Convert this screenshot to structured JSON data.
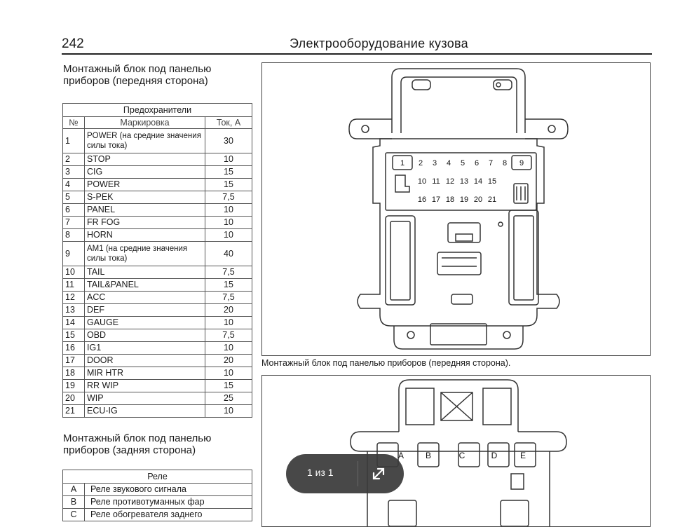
{
  "header": {
    "page_number": "242",
    "title": "Электрооборудование кузова"
  },
  "section_front": {
    "title": "Монтажный блок под панелью приборов (передняя сторона)"
  },
  "fuse_table": {
    "caption": "Предохранители",
    "headers": [
      "№",
      "Маркировка",
      "Ток, А"
    ],
    "rows": [
      {
        "n": "1",
        "label": "POWER (на средние значения силы тока)",
        "amp": "30"
      },
      {
        "n": "2",
        "label": "STOP",
        "amp": "10"
      },
      {
        "n": "3",
        "label": "CIG",
        "amp": "15"
      },
      {
        "n": "4",
        "label": "POWER",
        "amp": "15"
      },
      {
        "n": "5",
        "label": "S-PEK",
        "amp": "7,5"
      },
      {
        "n": "6",
        "label": "PANEL",
        "amp": "10"
      },
      {
        "n": "7",
        "label": "FR FOG",
        "amp": "10"
      },
      {
        "n": "8",
        "label": "HORN",
        "amp": "10"
      },
      {
        "n": "9",
        "label": "AM1 (на средние значения силы тока)",
        "amp": "40"
      },
      {
        "n": "10",
        "label": "TAIL",
        "amp": "7,5"
      },
      {
        "n": "11",
        "label": "TAIL&PANEL",
        "amp": "15"
      },
      {
        "n": "12",
        "label": "ACC",
        "amp": "7,5"
      },
      {
        "n": "13",
        "label": "DEF",
        "amp": "20"
      },
      {
        "n": "14",
        "label": "GAUGE",
        "amp": "10"
      },
      {
        "n": "15",
        "label": "OBD",
        "amp": "7,5"
      },
      {
        "n": "16",
        "label": "IG1",
        "amp": "10"
      },
      {
        "n": "17",
        "label": "DOOR",
        "amp": "20"
      },
      {
        "n": "18",
        "label": "MIR HTR",
        "amp": "10"
      },
      {
        "n": "19",
        "label": "RR WIP",
        "amp": "15"
      },
      {
        "n": "20",
        "label": "WIP",
        "amp": "25"
      },
      {
        "n": "21",
        "label": "ECU-IG",
        "amp": "10"
      }
    ]
  },
  "section_rear": {
    "title": "Монтажный блок под панелью приборов (задняя сторона)"
  },
  "relay_table": {
    "caption": "Реле",
    "rows": [
      {
        "n": "A",
        "label": "Реле звукового сигнала"
      },
      {
        "n": "B",
        "label": "Реле противотуманных фар"
      },
      {
        "n": "C",
        "label": "Реле обогревателя заднего"
      }
    ]
  },
  "figure_front": {
    "caption": "Монтажный блок под панелью приборов (передняя сторона).",
    "fuse_row1": [
      "1",
      "2",
      "3",
      "4",
      "5",
      "6",
      "7",
      "8",
      "9"
    ],
    "fuse_row2": [
      "10",
      "11",
      "12",
      "13",
      "14",
      "15"
    ],
    "fuse_row3": [
      "16",
      "17",
      "18",
      "19",
      "20",
      "21"
    ]
  },
  "figure_rear": {
    "relay_labels": [
      "A",
      "B",
      "C",
      "D",
      "E"
    ]
  },
  "viewer": {
    "page_count": "1 из 1"
  }
}
